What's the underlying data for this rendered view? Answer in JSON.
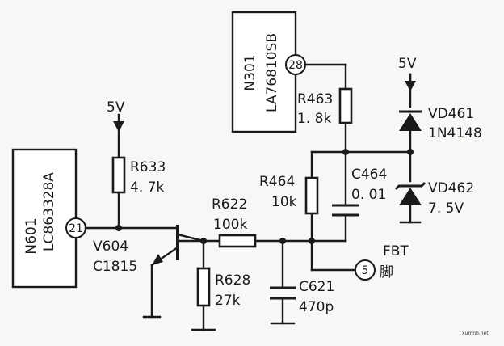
{
  "ics": {
    "n301": {
      "ref": "N301",
      "part": "LA76810SB",
      "pin": "28"
    },
    "n601": {
      "ref": "N601",
      "part": "LC863328A",
      "pin": "21"
    }
  },
  "supplies": {
    "left": "5V",
    "right": "5V"
  },
  "resistors": {
    "r633": {
      "ref": "R633",
      "value": "4. 7k"
    },
    "r622": {
      "ref": "R622",
      "value": "100k"
    },
    "r628": {
      "ref": "R628",
      "value": "27k"
    },
    "r463": {
      "ref": "R463",
      "value": "1. 8k"
    },
    "r464": {
      "ref": "R464",
      "value": "10k"
    }
  },
  "capacitors": {
    "c464": {
      "ref": "C464",
      "value": "0. 01"
    },
    "c621": {
      "ref": "C621",
      "value": "470p"
    }
  },
  "diodes": {
    "vd461": {
      "ref": "VD461",
      "value": "1N4148"
    },
    "vd462": {
      "ref": "VD462",
      "value": "7. 5V"
    }
  },
  "transistor": {
    "ref": "V604",
    "value": "C1815"
  },
  "fbt": {
    "label": "FBT",
    "pin": "5",
    "suffix": "脚"
  },
  "watermark": "xumnb.net"
}
